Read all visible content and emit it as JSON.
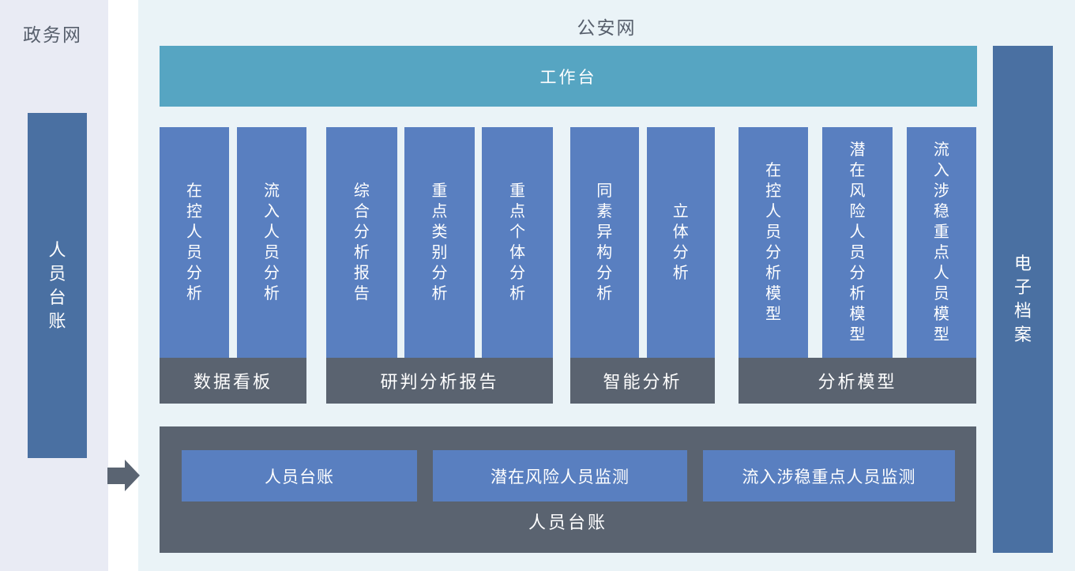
{
  "colors": {
    "left_panel_bg": "#e9ebf4",
    "main_panel_bg": "#eaf3f7",
    "side_bar_blue": "#4a70a2",
    "module_blue": "#597fc0",
    "workbench_teal": "#56a5c2",
    "group_dark": "#5a6370",
    "arrow_gray": "#5a6472",
    "label_text": "#575f6c"
  },
  "left_panel": {
    "network_label": "政务网",
    "bar_label": "人员台账"
  },
  "arrow_icon": "right-arrow",
  "main_panel": {
    "network_label": "公安网",
    "workbench_label": "工作台",
    "groups": [
      {
        "label": "数据看板",
        "columns": [
          "在控人员分析",
          "流入人员分析"
        ]
      },
      {
        "label": "研判分析报告",
        "columns": [
          "综合分析报告",
          "重点类别分析",
          "重点个体分析"
        ]
      },
      {
        "label": "智能分析",
        "columns": [
          "同素异构分析",
          "立体分析"
        ]
      },
      {
        "label": "分析模型",
        "columns": [
          "在控人员分析模型",
          "潜在风险人员分析模型",
          "流入涉稳重点人员模型"
        ]
      }
    ],
    "bottom_box": {
      "label": "人员台账",
      "buttons": [
        "人员台账",
        "潜在风险人员监测",
        "流入涉稳重点人员监测"
      ]
    }
  },
  "right_bar": {
    "label": "电子档案"
  }
}
